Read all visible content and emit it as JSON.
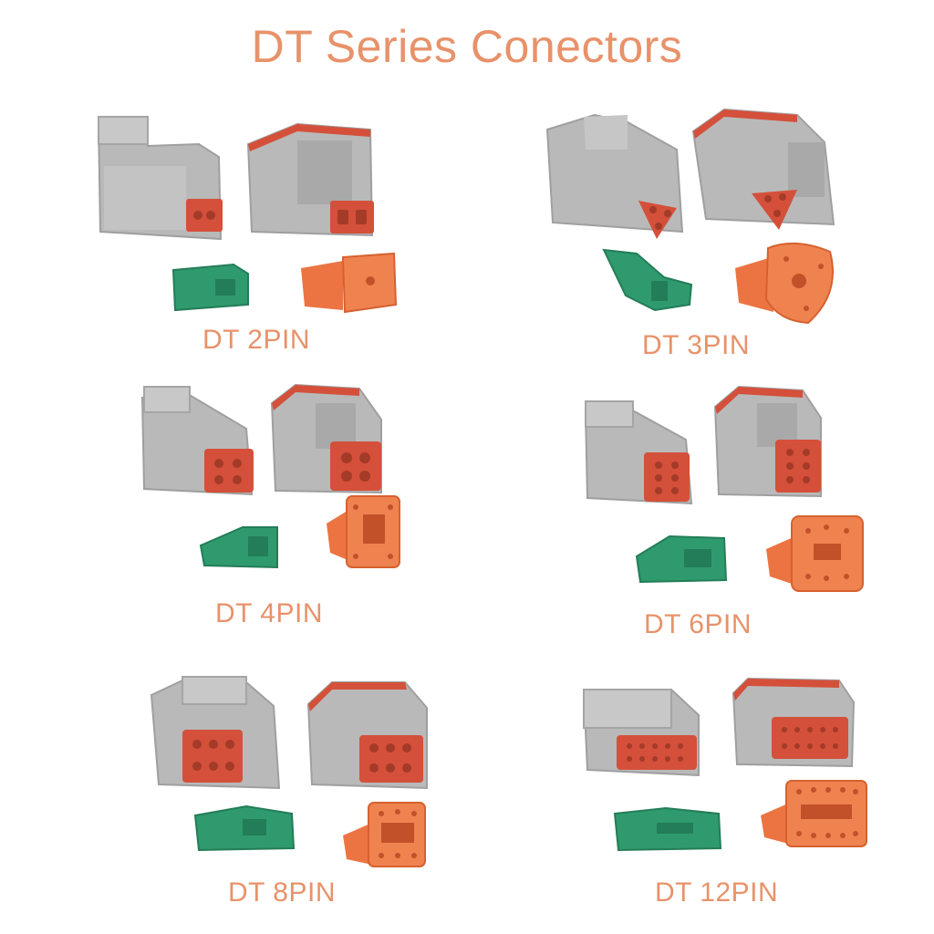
{
  "title": "DT Series Conectors",
  "colors": {
    "accent_text": "#e8926a",
    "housing_gray": "#b9b9b9",
    "housing_dark": "#9f9f9f",
    "seal_red": "#d4503a",
    "wedge_green": "#2f9a6e",
    "wedge_orange": "#ec7442"
  },
  "labels": {
    "dt2": "DT 2PIN",
    "dt3": "DT 3PIN",
    "dt4": "DT 4PIN",
    "dt6": "DT 6PIN",
    "dt8": "DT 8PIN",
    "dt12": "DT 12PIN"
  },
  "products": [
    {
      "key": "dt2",
      "pins": 2
    },
    {
      "key": "dt3",
      "pins": 3
    },
    {
      "key": "dt4",
      "pins": 4
    },
    {
      "key": "dt6",
      "pins": 6
    },
    {
      "key": "dt8",
      "pins": 8
    },
    {
      "key": "dt12",
      "pins": 12
    }
  ]
}
